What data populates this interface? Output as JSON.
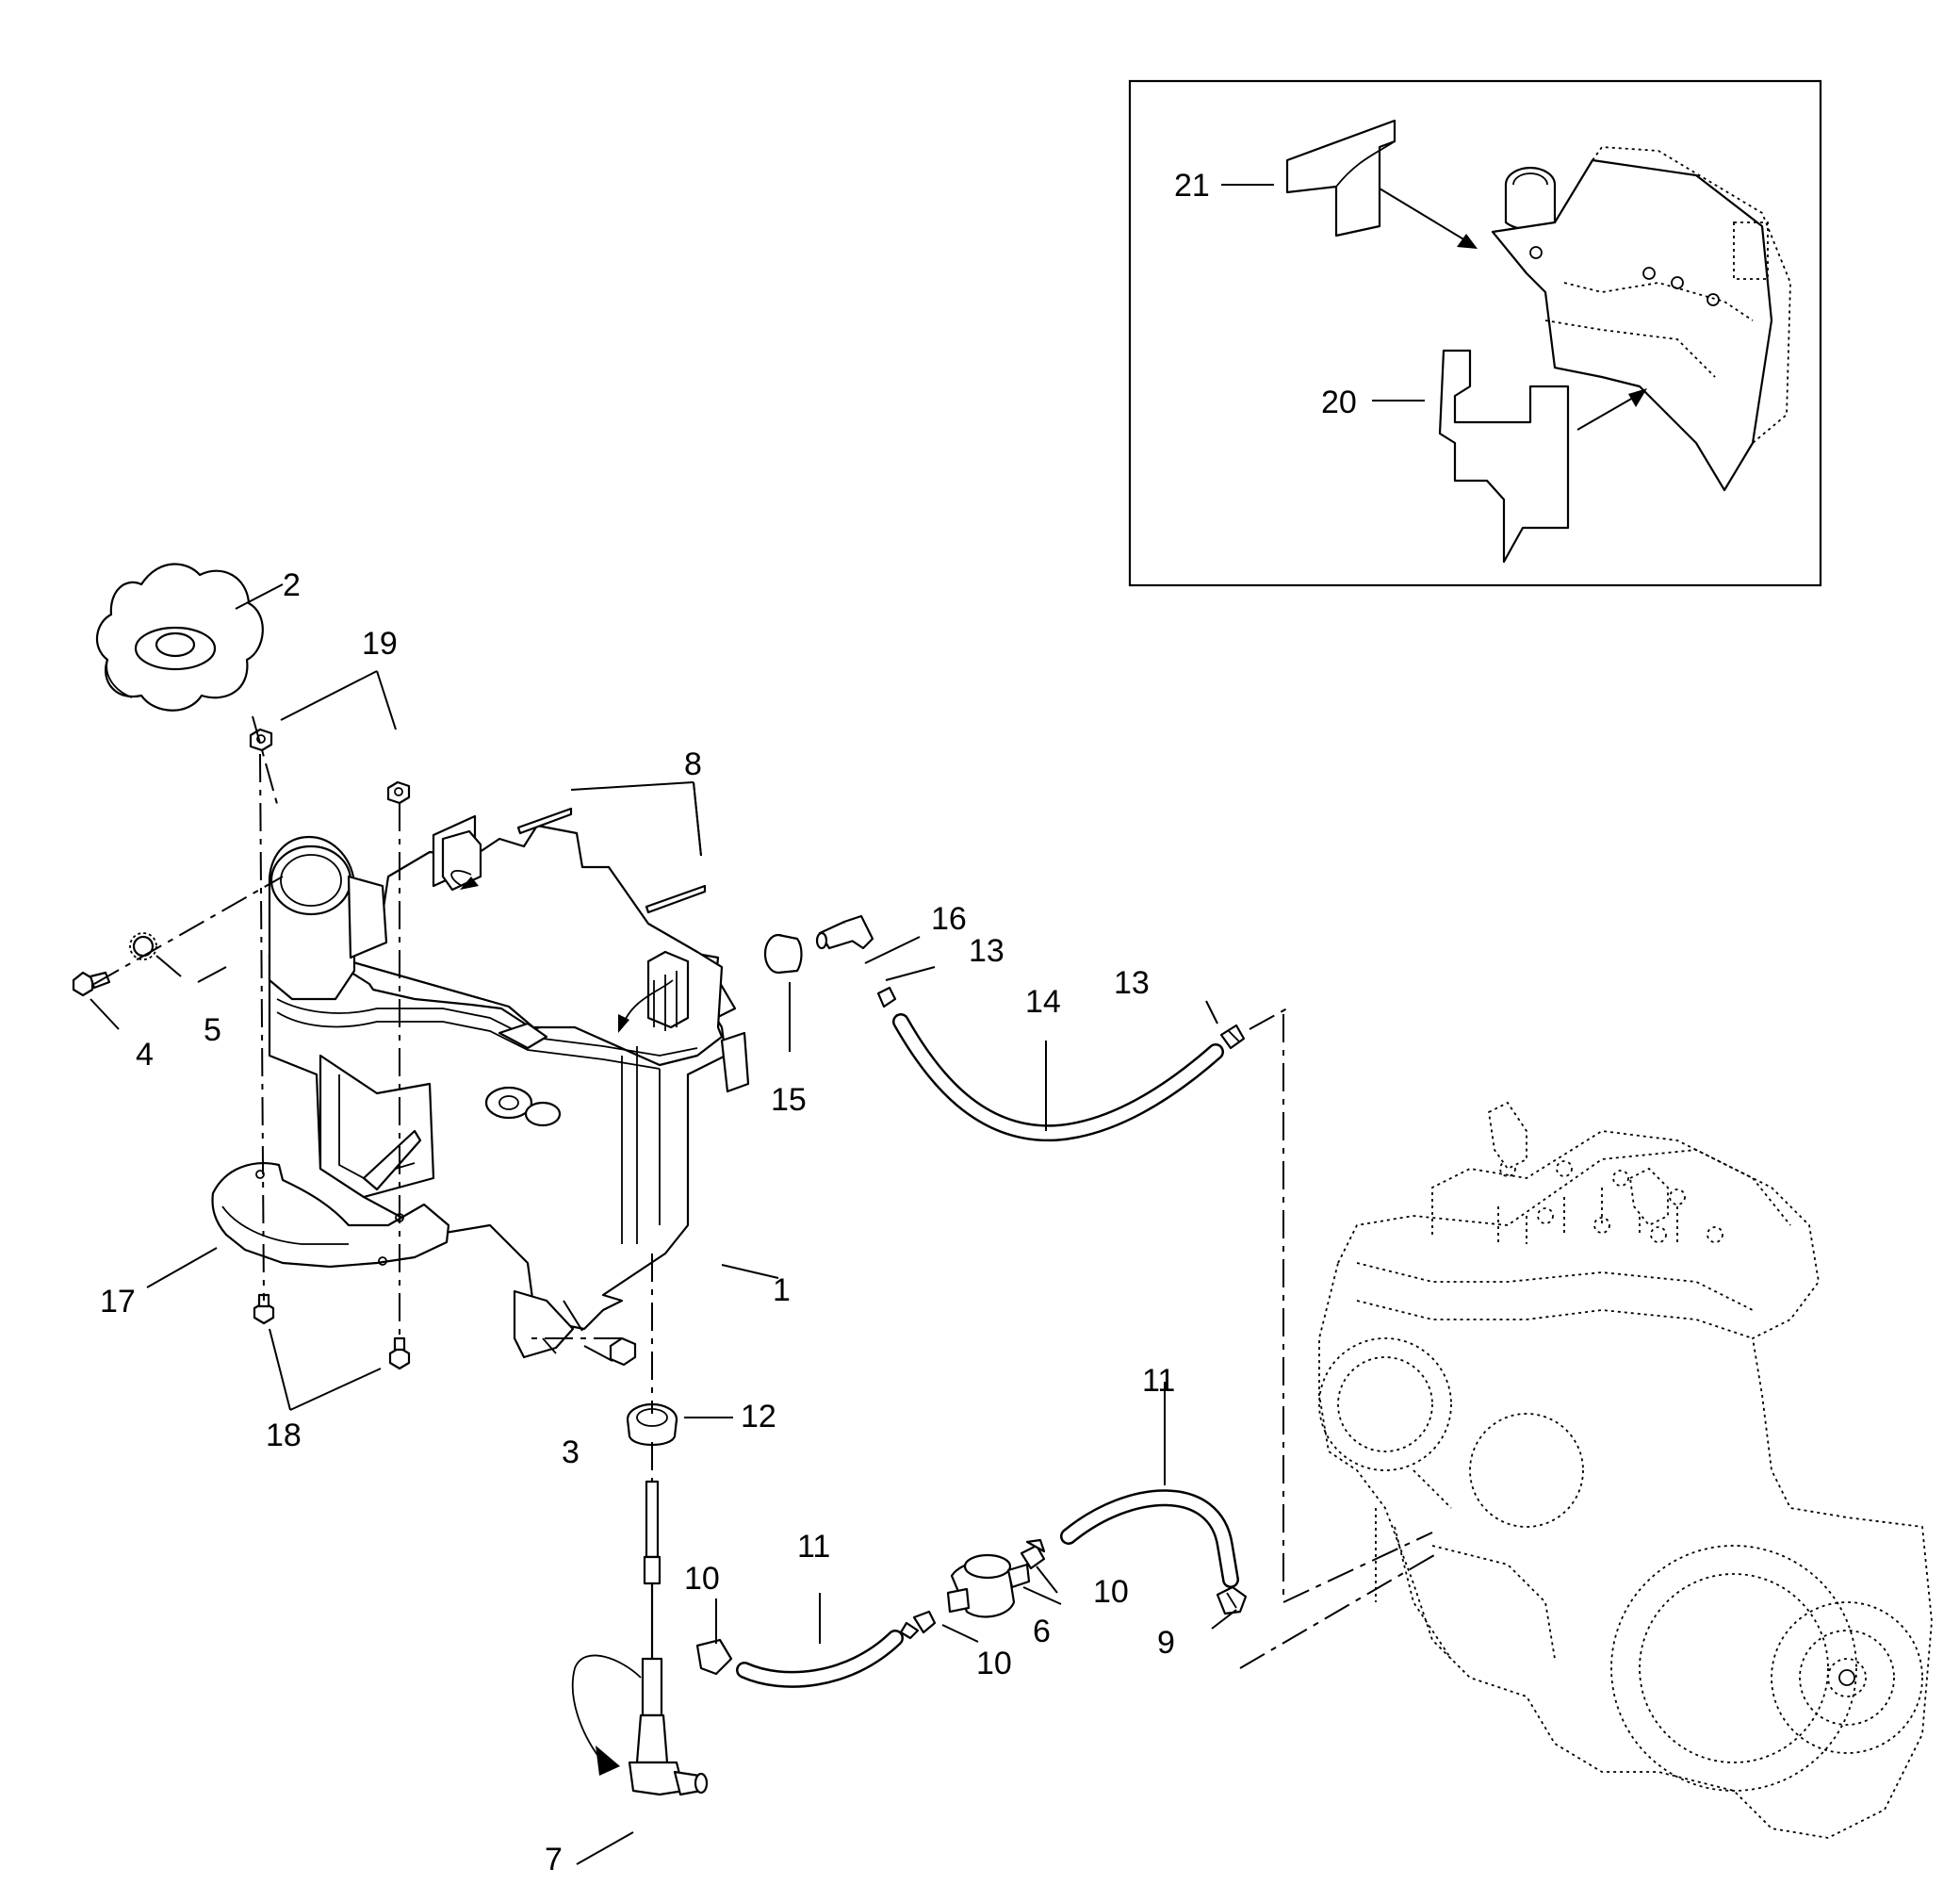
{
  "callouts": [
    {
      "id": "c1",
      "label": "1"
    },
    {
      "id": "c2",
      "label": "2"
    },
    {
      "id": "c3",
      "label": "3"
    },
    {
      "id": "c4",
      "label": "4"
    },
    {
      "id": "c5",
      "label": "5"
    },
    {
      "id": "c6",
      "label": "6"
    },
    {
      "id": "c7",
      "label": "7"
    },
    {
      "id": "c8",
      "label": "8"
    },
    {
      "id": "c9",
      "label": "9"
    },
    {
      "id": "c10a",
      "label": "10"
    },
    {
      "id": "c10b",
      "label": "10"
    },
    {
      "id": "c10c",
      "label": "10"
    },
    {
      "id": "c11a",
      "label": "11"
    },
    {
      "id": "c11b",
      "label": "11"
    },
    {
      "id": "c12",
      "label": "12"
    },
    {
      "id": "c13a",
      "label": "13"
    },
    {
      "id": "c13b",
      "label": "13"
    },
    {
      "id": "c14",
      "label": "14"
    },
    {
      "id": "c15",
      "label": "15"
    },
    {
      "id": "c16",
      "label": "16"
    },
    {
      "id": "c17",
      "label": "17"
    },
    {
      "id": "c18",
      "label": "18"
    },
    {
      "id": "c19",
      "label": "19"
    },
    {
      "id": "c20",
      "label": "20"
    },
    {
      "id": "c21",
      "label": "21"
    }
  ]
}
